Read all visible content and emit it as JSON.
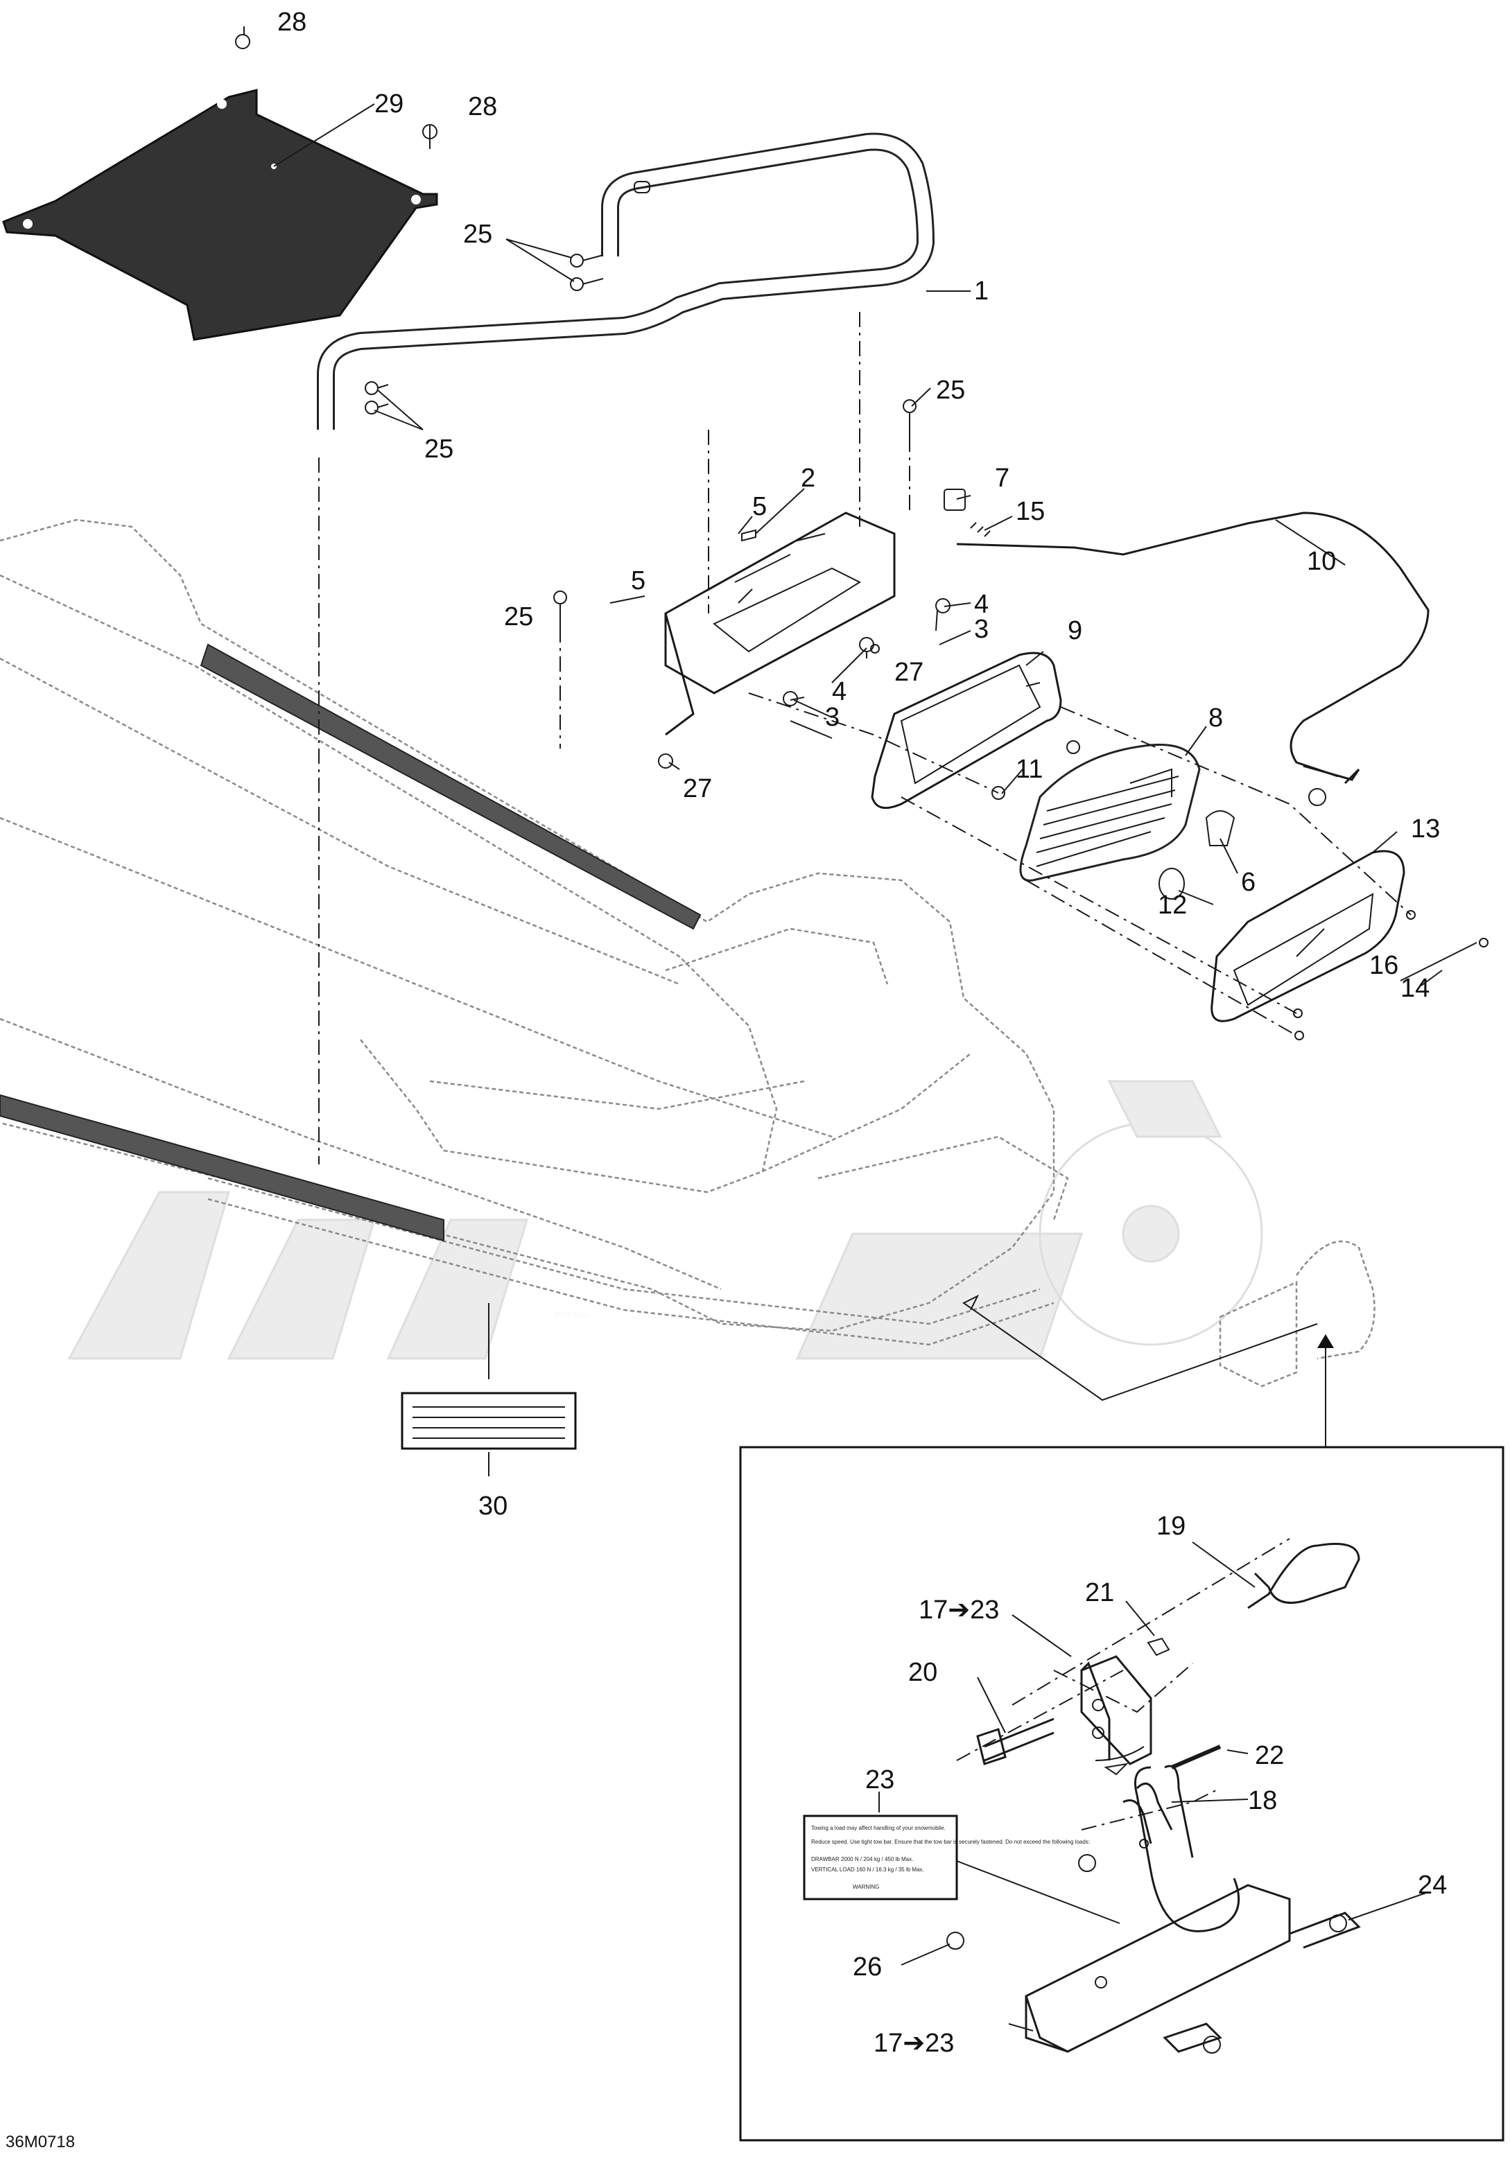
{
  "diagram_code": "36M0718",
  "watermark": "ACHI Moto",
  "warning_decal": {
    "line1": "Towing a load may affect handling of your snowmobile.",
    "line2": "Reduce speed. Use tight tow bar. Ensure that the tow bar is securely fastened. Do not exceed the following loads:",
    "line3": "DRAWBAR  2000 N / 204 kg / 450 lb Max.",
    "line4": "VERTICAL LOAD  160 N / 16.3 kg / 35 lb Max.",
    "line5": "WARNING"
  },
  "callouts": {
    "c1": "1",
    "c2": "2",
    "c3a": "3",
    "c3b": "3",
    "c4a": "4",
    "c4b": "4",
    "c5a": "5",
    "c5b": "5",
    "c6": "6",
    "c7": "7",
    "c8": "8",
    "c9": "9",
    "c10": "10",
    "c11": "11",
    "c12": "12",
    "c13": "13",
    "c14": "14",
    "c15": "15",
    "c16": "16",
    "c17a": "17➔23",
    "c17b": "17➔23",
    "c18": "18",
    "c19": "19",
    "c20": "20",
    "c21": "21",
    "c22": "22",
    "c23": "23",
    "c24": "24",
    "c25a": "25",
    "c25b": "25",
    "c25c": "25",
    "c25d": "25",
    "c26": "26",
    "c27a": "27",
    "c27b": "27",
    "c28a": "28",
    "c28b": "28",
    "c29": "29",
    "c30": "30"
  }
}
